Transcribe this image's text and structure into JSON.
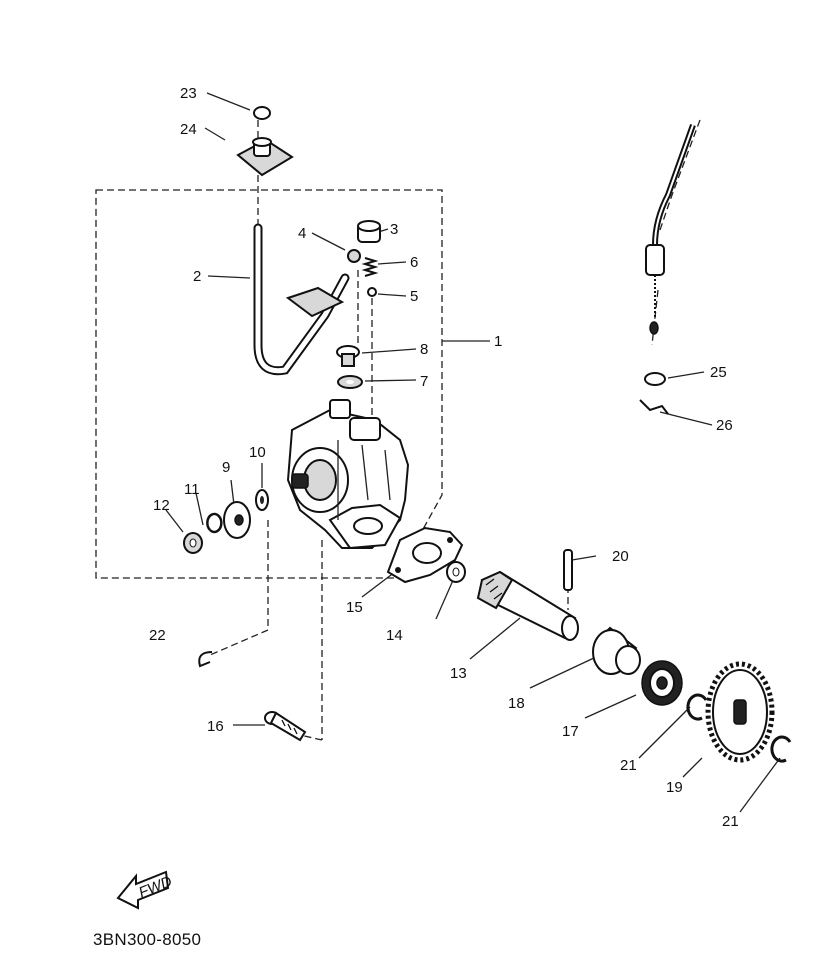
{
  "diagram_code": "3BN300-8050",
  "fwd_label": "FWD",
  "callouts": {
    "c1": "1",
    "c2": "2",
    "c3": "3",
    "c4": "4",
    "c5": "5",
    "c6": "6",
    "c7": "7",
    "c8": "8",
    "c9": "9",
    "c10": "10",
    "c11": "11",
    "c12": "12",
    "c13": "13",
    "c14": "14",
    "c15": "15",
    "c16": "16",
    "c17": "17",
    "c18": "18",
    "c19": "19",
    "c20": "20",
    "c21a": "21",
    "c21b": "21",
    "c22": "22",
    "c23": "23",
    "c24": "24",
    "c25": "25",
    "c26": "26"
  }
}
